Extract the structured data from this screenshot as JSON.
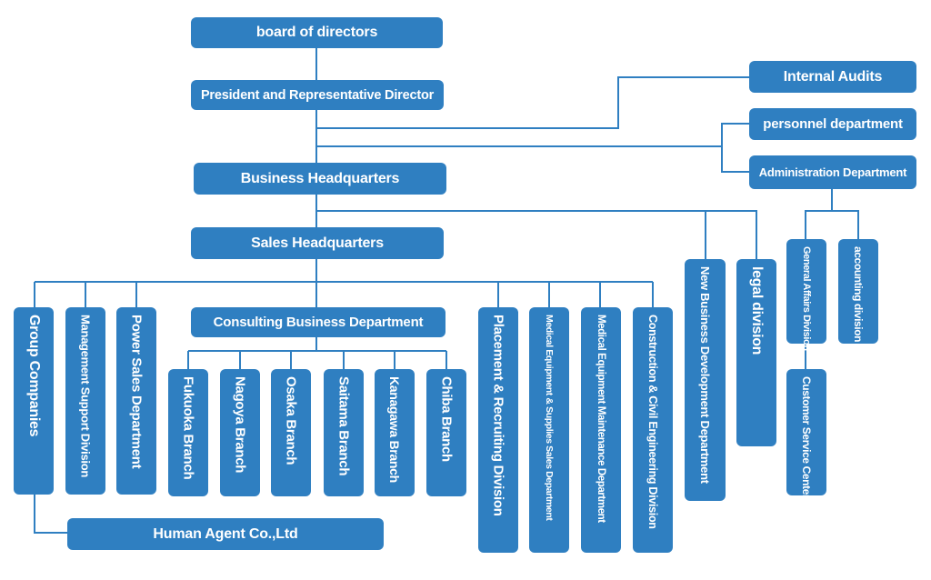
{
  "colors": {
    "box": "#2f7fc1",
    "line": "#2f7fc1",
    "text": "#ffffff"
  },
  "chart": {
    "board": "board of directors",
    "president": "President and Representative Director",
    "internal_audits": "Internal Audits",
    "personnel": "personnel department",
    "administration": "Administration Department",
    "business_hq": "Business Headquarters",
    "sales_hq": "Sales Headquarters",
    "new_business": "New Business Development Department",
    "legal": "legal division",
    "general_affairs": "General Affairs Division",
    "accounting": "accounting division",
    "customer_service": "Customer Service Center",
    "group_companies": "Group Companies",
    "management_support": "Management Support Division",
    "power_sales": "Power Sales Department",
    "consulting": "Consulting Business Department",
    "branches": [
      "Fukuoka Branch",
      "Nagoya Branch",
      "Osaka Branch",
      "Saitama Branch",
      "Kanagawa Branch",
      "Chiba Branch"
    ],
    "placement": "Placement & Recruiting Division",
    "medical_supplies": "Medical Equipment & Supplies Sales Department",
    "medical_maintenance": "Medical Equipment Maintenance Department",
    "construction": "Construction & Civil Engineering Division",
    "human_agent": "Human Agent Co.,Ltd"
  }
}
